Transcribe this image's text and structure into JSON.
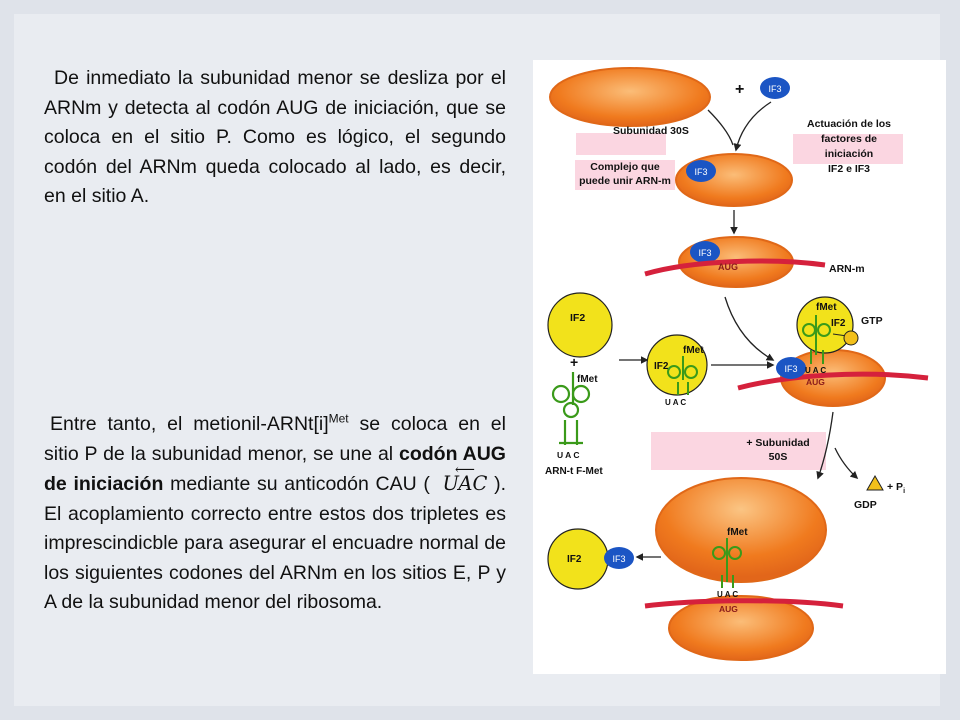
{
  "paragraph1": "De inmediato la subunidad menor se desliza por el ARNm y detecta al codón AUG de iniciación, que se coloca en el sitio P. Como es lógico, el segundo codón del ARNm queda colocado al lado, es decir, en el sitio A.",
  "paragraph2": {
    "part1": "Entre tanto, el metionil-ARNt[i]",
    "superscript": "Met",
    "part2": " se coloca en el sitio P de la subunidad menor, se une al ",
    "emphasis": "codón AUG de iniciación",
    "part3": " mediante su anticodón CAU ( ",
    "formula": "UAC",
    "part4": " ). El acoplamiento correcto entre estos dos tripletes es imprescindicble para asegurar el encuadre normal de los siguientes codones del ARNm en los sitios E, P y A de la subunidad menor del ribosoma."
  },
  "figure": {
    "plus": "+",
    "if3": "IF3",
    "if2": "IF2",
    "subunit30s": "Subunidad 30S",
    "factors_line1": "Actuación de los",
    "factors_line2": "factores de",
    "factors_line3": "iniciación",
    "factors_line4": "IF2 e IF3",
    "complex_line1": "Complejo que",
    "complex_line2": "puede unir ARN-m",
    "aug": "AUG",
    "arnm": "ARN-m",
    "fmet": "fMet",
    "uac": "U A C",
    "gtp": "GTP",
    "subunit50s_line1": "+ Subunidad",
    "subunit50s_line2": "50S",
    "pi_prefix": "+ P",
    "pi_sub": "i",
    "gdp": "GDP",
    "trna_label": "ARN-t F-Met"
  },
  "colors": {
    "ribosome": "#f07a1e",
    "ribosome_light": "#fbbd78",
    "mrna": "#d5213c",
    "if3": "#1b55c4",
    "if2": "#f2e21b",
    "trna": "#3a9a1a",
    "label_bg": "#fbd6e1"
  }
}
